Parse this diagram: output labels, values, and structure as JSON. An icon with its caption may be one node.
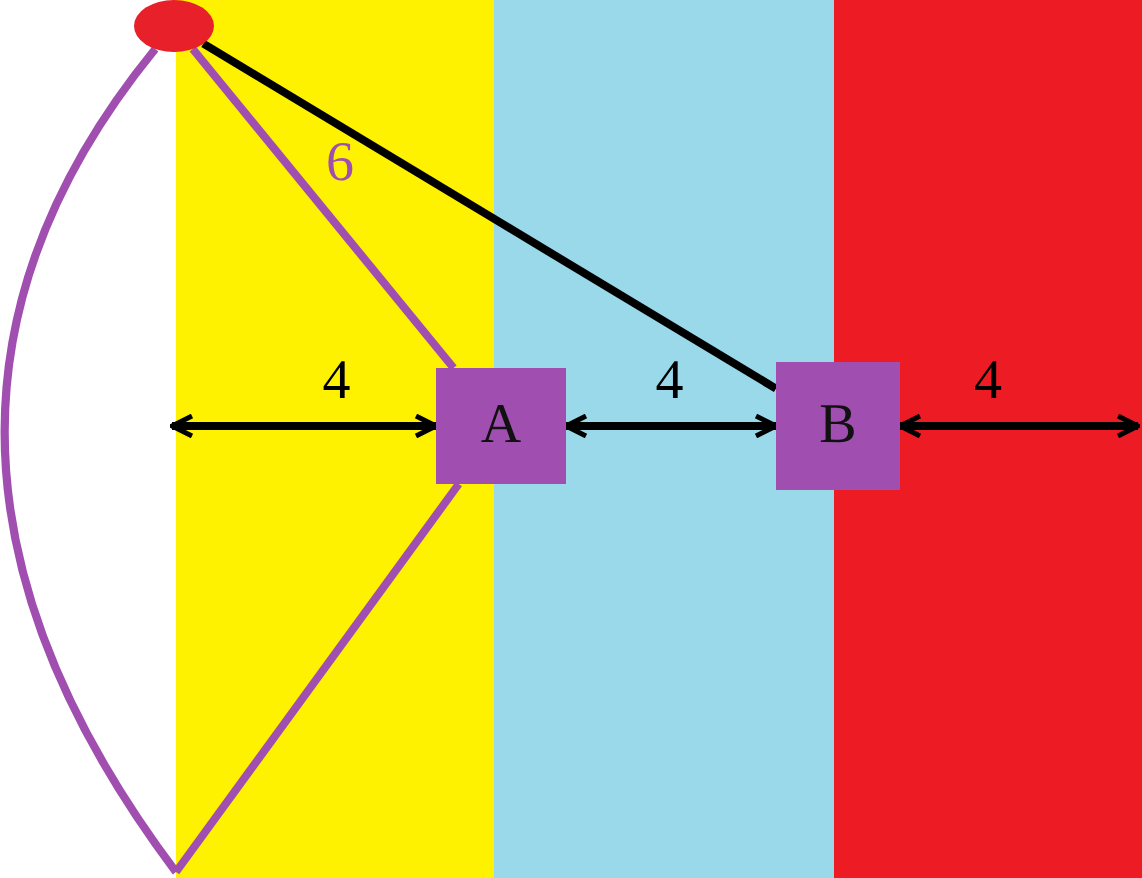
{
  "diagram": {
    "nodes": [
      {
        "text": [],
        "shape": "circle"
      },
      {
        "text": [
          "A"
        ]
      },
      {
        "text": [
          "B"
        ]
      }
    ],
    "edges": [
      {
        "from": 0,
        "to": 1,
        "arrow": "none",
        "label": "6",
        "color": "#a04fb0"
      },
      {
        "from": 0,
        "to": 2,
        "arrow": "none"
      },
      {
        "from": 0,
        "to": null,
        "arrow": "none",
        "color": "#a04fb0"
      },
      {
        "from": 1,
        "to": null,
        "arrow": "none",
        "color": "#a04fb0"
      },
      {
        "from": null,
        "to": 1,
        "arrow": "both",
        "label": "4"
      },
      {
        "from": 1,
        "to": 2,
        "arrow": "both",
        "label": "4"
      },
      {
        "from": 2,
        "to": null,
        "arrow": "both",
        "label": "4"
      }
    ]
  }
}
